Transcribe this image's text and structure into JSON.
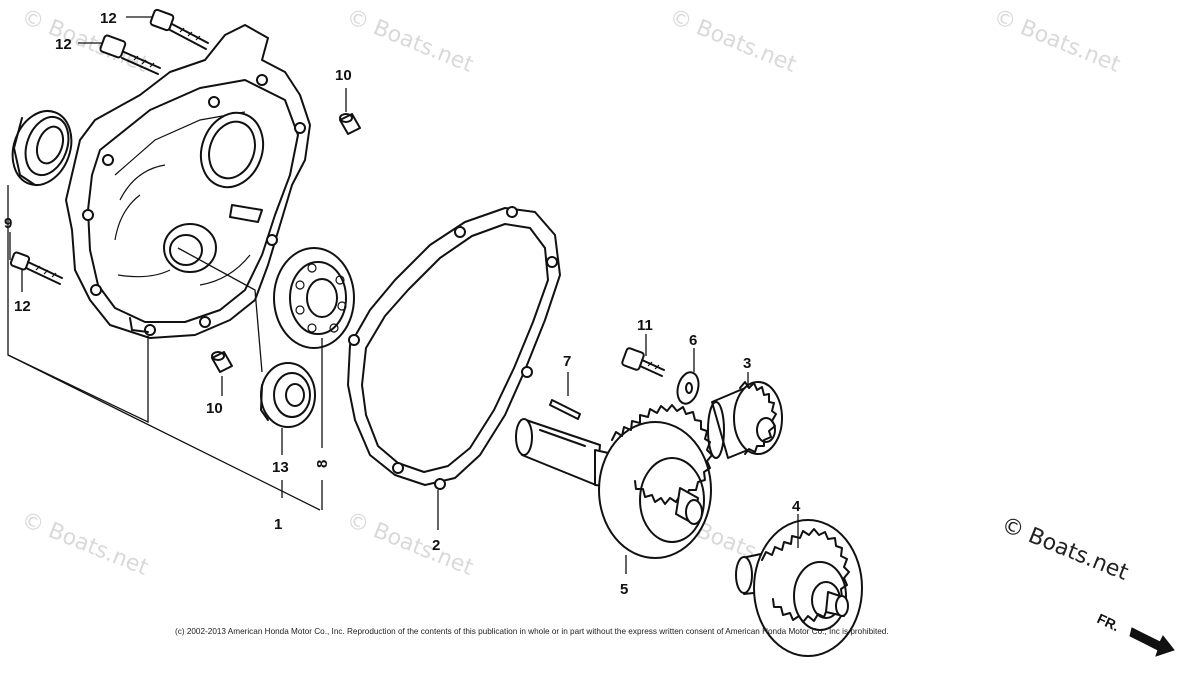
{
  "watermarks": [
    "© Boats.net",
    "© Boats.net",
    "© Boats.net",
    "© Boats.net",
    "© Boats.net",
    "© Boats.net",
    "© Boats.net"
  ],
  "brand": "© Boats.net",
  "copyright": "(c) 2002-2013 American Honda Motor Co., Inc. Reproduction of the contents of this publication in whole or in part without the express written consent of American Honda Motor Co., Inc is prohibited.",
  "front_label": "FR.",
  "callouts": {
    "bolt_top_a": "12",
    "bolt_top_b": "12",
    "bolt_left": "12",
    "seal": "9",
    "dowel_top": "10",
    "dowel_bottom": "10",
    "bearing_small": "13",
    "bearing_large": "8",
    "case_assy": "1",
    "gasket": "2",
    "pin": "7",
    "bolt_flange": "11",
    "washer": "6",
    "pinion": "3",
    "shaft_gear": "5",
    "counter_gear": "4"
  },
  "colors": {
    "ink": "#111111",
    "watermark": "#d9d9d9"
  }
}
